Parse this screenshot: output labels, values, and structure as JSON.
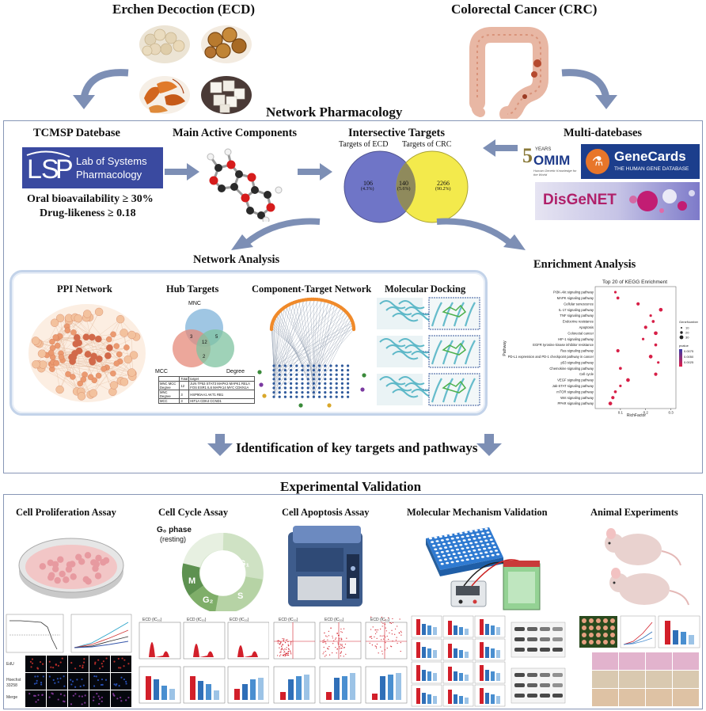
{
  "top": {
    "ecd_title": "Erchen Decoction (ECD)",
    "crc_title": "Colorectal Cancer (CRC)"
  },
  "network_pharmacology": {
    "title": "Network Pharmacology",
    "tcmsp": {
      "title": "TCMSP Datebase",
      "logo_line1": "Lab of Systems",
      "logo_line2": "Pharmacology",
      "criteria1": "Oral bioavailability ≥ 30%",
      "criteria2": "Drug-likeness ≥ 0.18"
    },
    "main_components": {
      "title": "Main Active Components"
    },
    "intersective": {
      "title": "Intersective Targets",
      "label_ecd": "Targets of ECD",
      "label_crc": "Targets of CRC",
      "left_count": "106",
      "left_pct": "(4.3%)",
      "mid_count": "140",
      "mid_pct": "(5.6%)",
      "right_count": "2266",
      "right_pct": "(90.2%)"
    },
    "multi": {
      "title": "Multi-datebases",
      "omim_years": "YEARS",
      "omim_name": "OMIM",
      "omim_sub": "Human Genetic Knowledge for the World",
      "genecards_name": "GeneCards",
      "genecards_sub": "THE HUMAN GENE DATABASE",
      "disgenet": "DisGeNET"
    },
    "network_analysis": {
      "title": "Network Analysis",
      "ppi": "PPI Network",
      "hub": "Hub Targets",
      "ctn": "Component-Target Network",
      "docking": "Molecular Docking",
      "venn": {
        "mnc": "MNC",
        "mcc": "MCC",
        "degree": "Degree",
        "center": "12",
        "a": "3",
        "b": "5",
        "c": "2"
      },
      "hub_table": [
        [
          "",
          "Total",
          "target"
        ],
        [
          "MNC MCC Degree",
          "12",
          "JUN TP53 STAT3 MAPK3 MAPK1 RELA FOS ESR1 IL6 MAPK14 MYC CDKN1A"
        ],
        [
          "MNC Degree",
          "3",
          "HSP90AA1 AKT1 RB1"
        ],
        [
          "MCC",
          "3",
          "HIF1A CDK4 CCND1"
        ]
      ]
    },
    "enrichment": {
      "title": "Enrichment Analysis",
      "chart_title": "Top 20 of KEGG Enrichment"
    },
    "key_targets": "Identification of key targets and pathways"
  },
  "chart_data": {
    "type": "scatter",
    "title": "Top 20 of KEGG Enrichment",
    "xlabel": "RichFactor",
    "ylabel": "Pathway",
    "xlim": [
      0.0,
      0.32
    ],
    "xticks": [
      "0.1",
      "0.2",
      "0.3"
    ],
    "categories": [
      "PI3K-Akt signaling pathway",
      "MAPK signaling pathway",
      "Cellular senescence",
      "IL-17 signaling pathway",
      "TNF signaling pathway",
      "Endocrine resistance",
      "Apoptosis",
      "Colorectal cancer",
      "HIF-1 signaling pathway",
      "EGFR tyrosine kinase inhibitor resistance",
      "Ras signaling pathway",
      "PD-L1 expression and PD-1 checkpoint pathway in cancer",
      "p53 signaling pathway",
      "Chemokine signaling pathway",
      "Cell cycle",
      "VEGF signaling pathway",
      "Jak-STAT signaling pathway",
      "mTOR signaling pathway",
      "Wnt signaling pathway",
      "PPAR signaling pathway"
    ],
    "values": [
      0.08,
      0.09,
      0.17,
      0.26,
      0.22,
      0.23,
      0.2,
      0.24,
      0.19,
      0.24,
      0.09,
      0.22,
      0.25,
      0.1,
      0.24,
      0.13,
      0.1,
      0.08,
      0.07,
      0.06
    ],
    "legend_size_title": "GeneNumber",
    "legend_size_values": [
      "10",
      "20",
      "30"
    ],
    "legend_color_title": "pvalue",
    "legend_color_values": [
      "0.0075",
      "0.0050",
      "0.0025"
    ]
  },
  "experimental": {
    "title": "Experimental Validation",
    "proliferation": "Cell Proliferation Assay",
    "cycle": "Cell Cycle Assay",
    "apoptosis": "Cell Apoptosis Assay",
    "mechanism": "Molecular Mechanism Validation",
    "animal": "Animal Experiments",
    "g0_phase": "G₀ phase",
    "resting": "(resting)",
    "g1": "G₁",
    "s": "S",
    "g2": "G₂",
    "m": "M",
    "ecd_ic": "ECD (IC₅₀)",
    "if_labels": [
      "EdU",
      "Hoechst 33258",
      "Merge"
    ]
  }
}
